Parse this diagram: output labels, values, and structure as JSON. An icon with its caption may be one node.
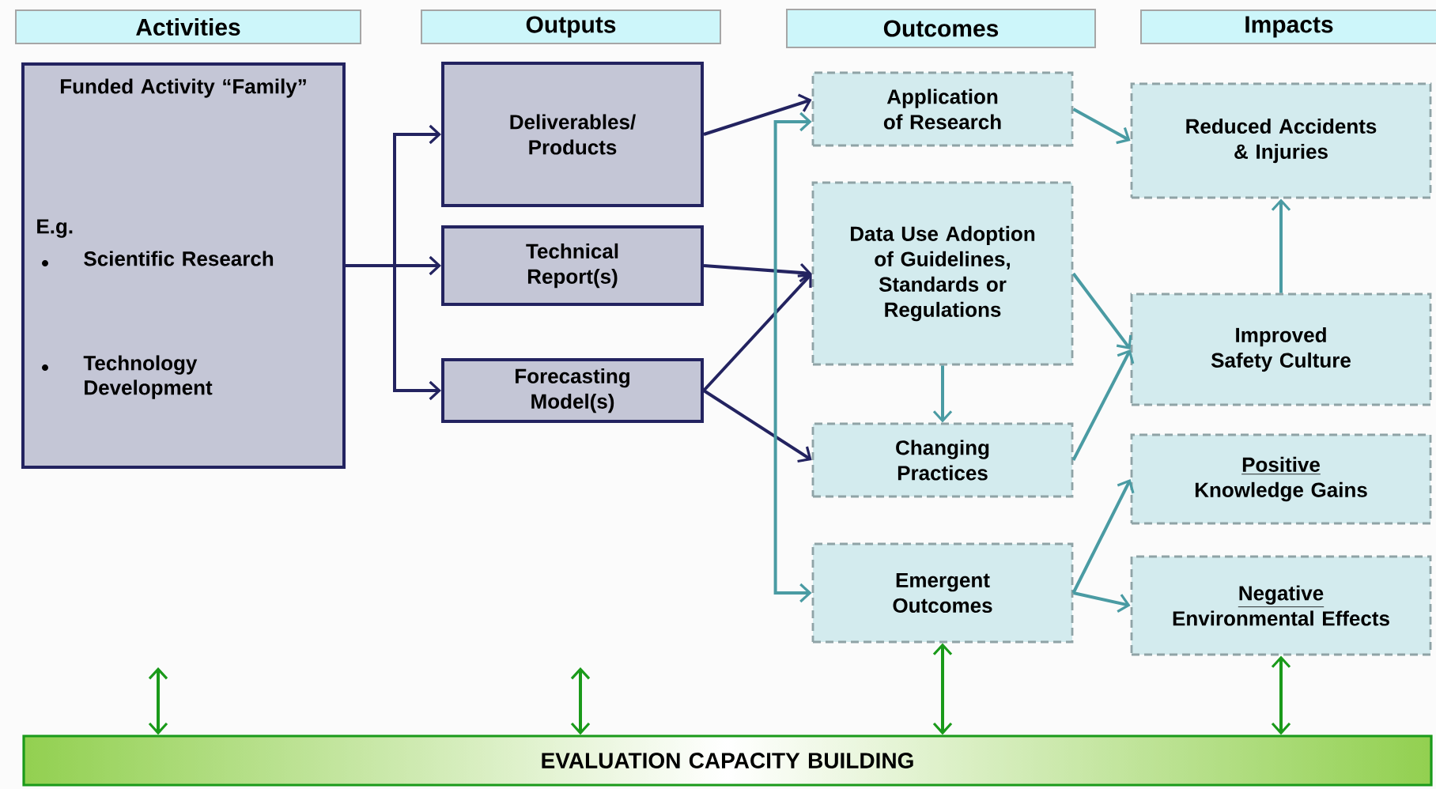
{
  "diagram": {
    "nodes": [
      {
        "text": [
          "Activities"
        ]
      },
      {
        "text": [
          "Outputs"
        ]
      },
      {
        "text": [
          "Outcomes"
        ]
      },
      {
        "text": [
          "Impacts"
        ]
      },
      {
        "text": [
          "Funded Activity “Family”",
          "E.g.",
          "Scientific Research",
          "Technology Development"
        ]
      },
      {
        "text": [
          "Deliverables/ Products"
        ]
      },
      {
        "text": [
          "Technical Report(s)"
        ]
      },
      {
        "text": [
          "Forecasting Model(s)"
        ]
      },
      {
        "text": [
          "Application of Research"
        ]
      },
      {
        "text": [
          "Data Use Adoption of Guidelines, Standards or Regulations"
        ]
      },
      {
        "text": [
          "Changing Practices"
        ]
      },
      {
        "text": [
          "Emergent Outcomes"
        ]
      },
      {
        "text": [
          "Reduced Accidents & Injuries"
        ]
      },
      {
        "text": [
          "Improved Safety Culture"
        ]
      },
      {
        "text": [
          "Positive",
          "Knowledge Gains"
        ]
      },
      {
        "text": [
          "Negative",
          "Environmental Effects"
        ]
      },
      {
        "text": [
          "EVALUATION CAPACITY BUILDING"
        ]
      }
    ],
    "edges": [
      {
        "from": 4,
        "to": 5,
        "arrow": "to",
        "color": "#232360"
      },
      {
        "from": 4,
        "to": 6,
        "arrow": "to",
        "color": "#232360"
      },
      {
        "from": 4,
        "to": 7,
        "arrow": "to",
        "color": "#232360"
      },
      {
        "from": 5,
        "to": 8,
        "arrow": "to",
        "color": "#232360"
      },
      {
        "from": 6,
        "to": 9,
        "arrow": "to",
        "color": "#232360"
      },
      {
        "from": 7,
        "to": 9,
        "arrow": "to",
        "color": "#232360"
      },
      {
        "from": 7,
        "to": 10,
        "arrow": "to",
        "color": "#232360"
      },
      {
        "from": 8,
        "to": 11,
        "arrow": "both"
      },
      {
        "from": 8,
        "to": 12,
        "arrow": "to"
      },
      {
        "from": 9,
        "to": 10,
        "arrow": "to"
      },
      {
        "from": 9,
        "to": 13,
        "arrow": "to"
      },
      {
        "from": 10,
        "to": 13,
        "arrow": "to"
      },
      {
        "from": 13,
        "to": 12,
        "arrow": "to"
      },
      {
        "from": 11,
        "to": 14,
        "arrow": "to"
      },
      {
        "from": 11,
        "to": 15,
        "arrow": "to"
      },
      {
        "from": null,
        "to": 16,
        "arrow": "both",
        "color": "#1a9a1a"
      },
      {
        "from": null,
        "to": 16,
        "arrow": "both",
        "color": "#1a9a1a"
      },
      {
        "from": 11,
        "to": 16,
        "arrow": "both",
        "color": "#1a9a1a"
      },
      {
        "from": 15,
        "to": 16,
        "arrow": "both",
        "color": "#1a9a1a"
      }
    ]
  }
}
